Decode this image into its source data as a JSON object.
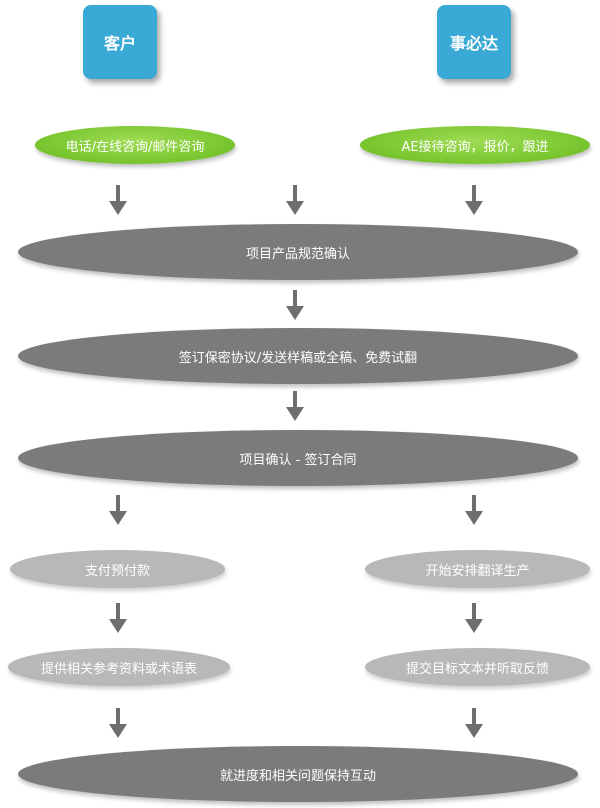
{
  "boxes": {
    "customer": "客户",
    "company": "事必达"
  },
  "steps": {
    "contact": "电话/在线咨询/邮件咨询",
    "ae": "AE接待咨询，报价，跟进",
    "spec": "项目产品规范确认",
    "nda": "签订保密协议/发送样稿或全稿、免费试翻",
    "confirm": "项目确认 - 签订合同",
    "prepay": "支付预付款",
    "start": "开始安排翻译生产",
    "ref": "提供相关参考资料或术语表",
    "submit": "提交目标文本并听取反馈",
    "interact": "就进度和相关问题保持互动"
  },
  "colors": {
    "box": "#3aa9d6",
    "green": "#7cc832",
    "dark": "#7b7b7b",
    "light": "#b8b8b8",
    "arrow": "#6e6e6e"
  }
}
